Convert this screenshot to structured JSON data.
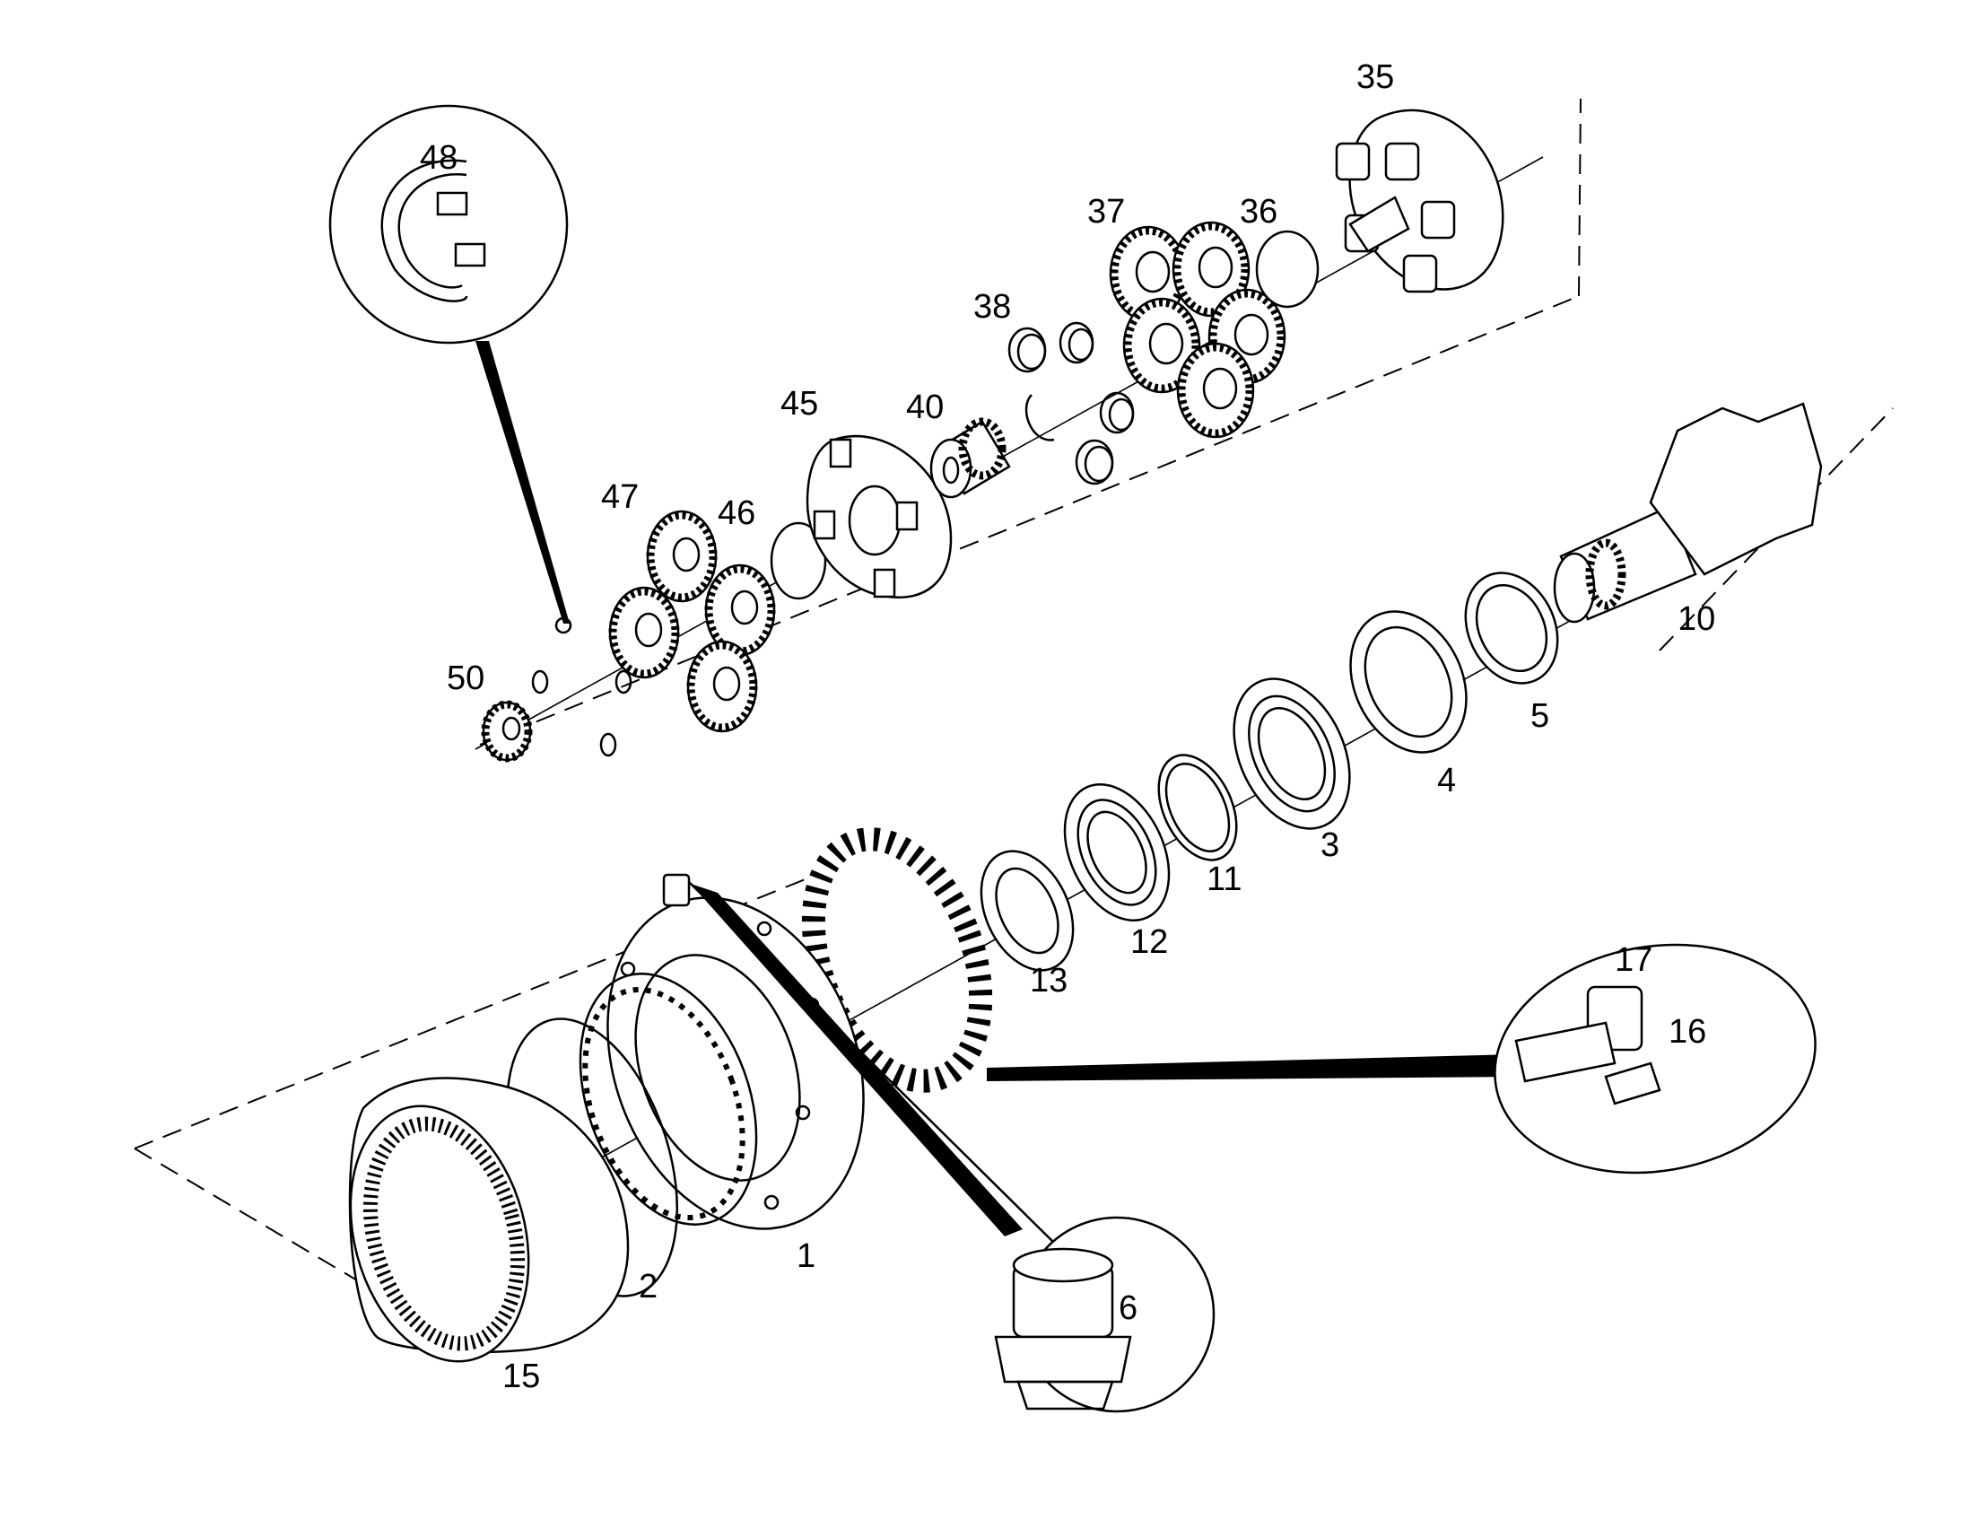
{
  "labels": {
    "p1": "1",
    "p2": "2",
    "p3": "3",
    "p4": "4",
    "p5": "5",
    "p6": "6",
    "p10": "10",
    "p11": "11",
    "p12": "12",
    "p13": "13",
    "p15": "15",
    "p16": "16",
    "p17": "17",
    "p35": "35",
    "p36": "36",
    "p37": "37",
    "p38": "38",
    "p40": "40",
    "p45": "45",
    "p46": "46",
    "p47": "47",
    "p48": "48",
    "p50": "50"
  }
}
